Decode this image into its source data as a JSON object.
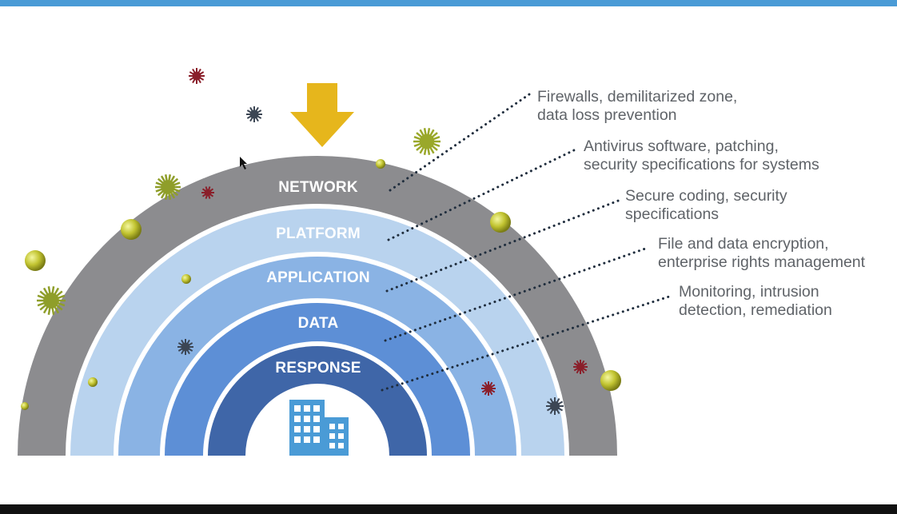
{
  "colors": {
    "network": "#8c8c8f",
    "platform": "#b9d3ee",
    "application": "#8ab3e4",
    "data": "#5d8fd6",
    "response": "#3f66a8",
    "arrow": "#e6b61c",
    "accent_bar": "#4a9bd6"
  },
  "layers": [
    {
      "id": "network",
      "label": "NETWORK",
      "description": [
        "Firewalls, demilitarized zone,",
        "data loss prevention"
      ]
    },
    {
      "id": "platform",
      "label": "PLATFORM",
      "description": [
        "Antivirus software, patching,",
        "security specifications for systems"
      ]
    },
    {
      "id": "application",
      "label": "APPLICATION",
      "description": [
        "Secure coding, security",
        "specifications"
      ]
    },
    {
      "id": "data",
      "label": "DATA",
      "description": [
        "File and data encryption,",
        "enterprise rights management"
      ]
    },
    {
      "id": "response",
      "label": "RESPONSE",
      "description": [
        "Monitoring, intrusion",
        "detection, remediation"
      ]
    }
  ],
  "icons": {
    "center": "building-icon",
    "arrow": "down-arrow-icon",
    "threats": "virus-icon"
  }
}
